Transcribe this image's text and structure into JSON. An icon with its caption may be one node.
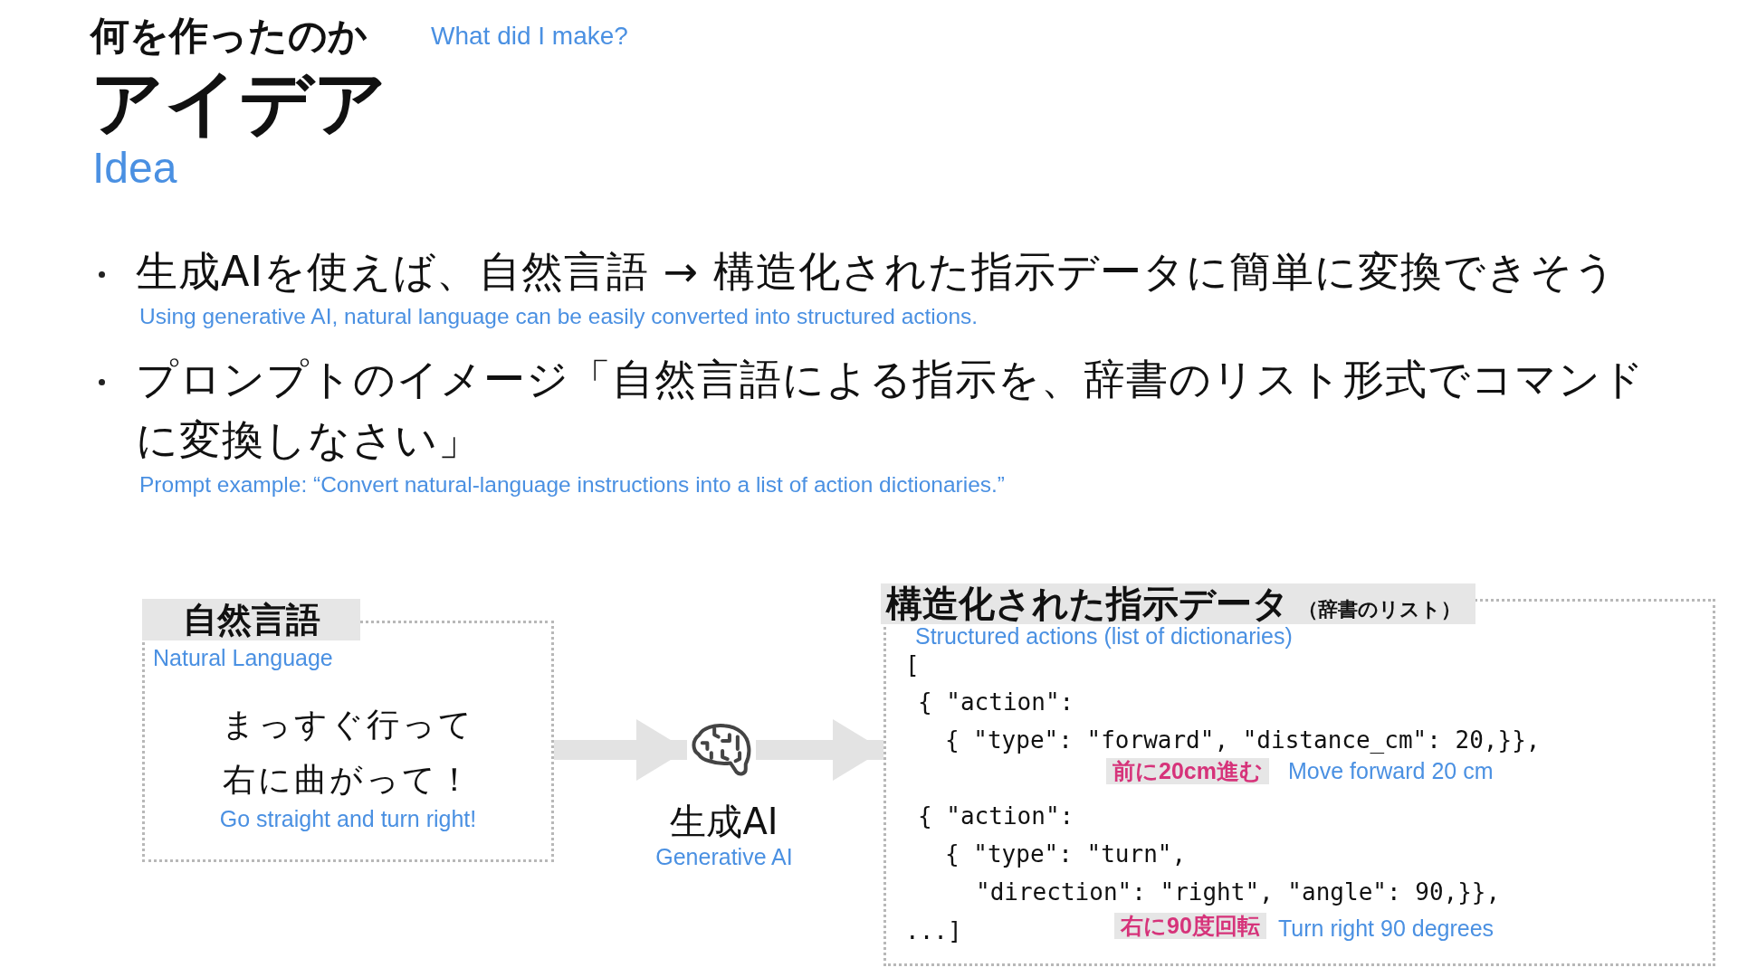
{
  "diagram": {
    "title": "アイデア",
    "nodes": [
      {
        "text": [
          "自然言語",
          "Natural Language",
          "まっすぐ行って右に曲がって！",
          "Go straight and turn right!"
        ]
      },
      {
        "text": [
          "生成AI",
          "Generative AI"
        ]
      },
      {
        "text": [
          "構造化された指示データ",
          "（辞書のリスト）",
          "Structured actions (list of dictionaries)",
          "[",
          "{ \"action\":",
          "{ \"type\": \"forward\", \"distance_cm\": 20,}},",
          "前に20cm進む",
          "Move forward 20 cm",
          "{ \"action\":",
          "{ \"type\": \"turn\",",
          "\"direction\": \"right\", \"angle\": 90,}},",
          "...]",
          "右に90度回転",
          "Turn right 90 degrees"
        ]
      }
    ],
    "edges": [
      {
        "from": 0,
        "to": 1,
        "arrow": "to"
      },
      {
        "from": 1,
        "to": 2,
        "arrow": "to"
      }
    ],
    "labels": [
      "何を作ったのか",
      "What did I make?",
      "Idea",
      "生成AIを使えば、自然言語 → 構造化された指示データに簡単に変換できそう",
      "Using generative AI, natural language can be easily converted into structured actions.",
      "プロンプトのイメージ「自然言語による指示を、辞書のリスト形式でコマンドに変換しなさい」",
      "Prompt example: “Convert natural-language instructions into a list of action dictionaries.”"
    ]
  }
}
